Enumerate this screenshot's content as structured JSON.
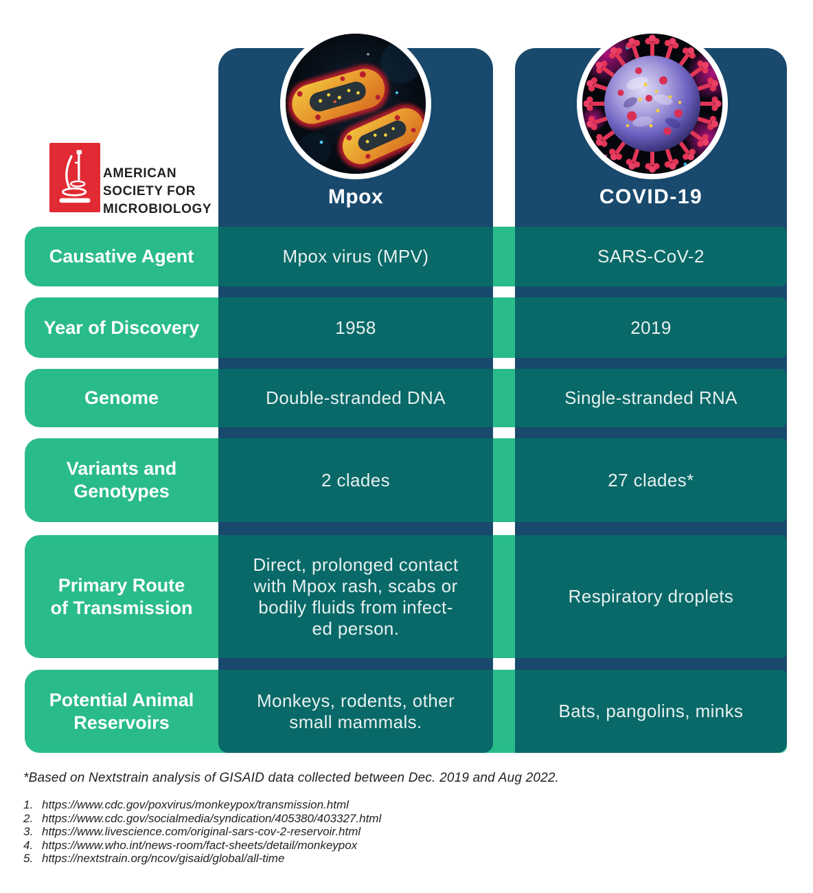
{
  "logo": {
    "org": "AMERICAN\nSOCIETY FOR\nMICROBIOLOGY"
  },
  "columns": {
    "mpox": {
      "title": "Mpox"
    },
    "covid": {
      "title": "COVID-19"
    }
  },
  "rows": [
    {
      "label": "Causative Agent",
      "mpox": "Mpox virus (MPV)",
      "covid": "SARS-CoV-2"
    },
    {
      "label": "Year of Discovery",
      "mpox": "1958",
      "covid": "2019"
    },
    {
      "label": "Genome",
      "mpox": "Double-stranded DNA",
      "covid": "Single-stranded RNA"
    },
    {
      "label": "Variants and\nGenotypes",
      "mpox": "2 clades",
      "covid": "27 clades*"
    },
    {
      "label": "Primary Route\nof Transmission",
      "mpox": "Direct, prolonged contact\nwith Mpox rash, scabs or\nbodily fluids from infect-\ned person.",
      "covid": "Respiratory droplets"
    },
    {
      "label": "Potential Animal\nReservoirs",
      "mpox": "Monkeys, rodents, other\nsmall mammals.",
      "covid": "Bats, pangolins, minks"
    }
  ],
  "footnote": "*Based on Nextstrain analysis of GISAID data collected between Dec. 2019 and Aug 2022.",
  "references": [
    {
      "num": "1.",
      "url": "https://www.cdc.gov/poxvirus/monkeypox/transmission.html"
    },
    {
      "num": "2.",
      "url": "https://www.cdc.gov/socialmedia/syndication/405380/403327.html"
    },
    {
      "num": "3.",
      "url": "https://www.livescience.com/original-sars-cov-2-reservoir.html"
    },
    {
      "num": "4.",
      "url": "https://www.who.int/news-room/fact-sheets/detail/monkeypox"
    },
    {
      "num": "5.",
      "url": "https://nextstrain.org/ncov/gisaid/global/all-time"
    }
  ],
  "colors": {
    "green": "#2ABB8A",
    "teal": "#086968",
    "navy": "#19496D",
    "logo_red": "#E12A33",
    "text_dark": "#231F20"
  }
}
